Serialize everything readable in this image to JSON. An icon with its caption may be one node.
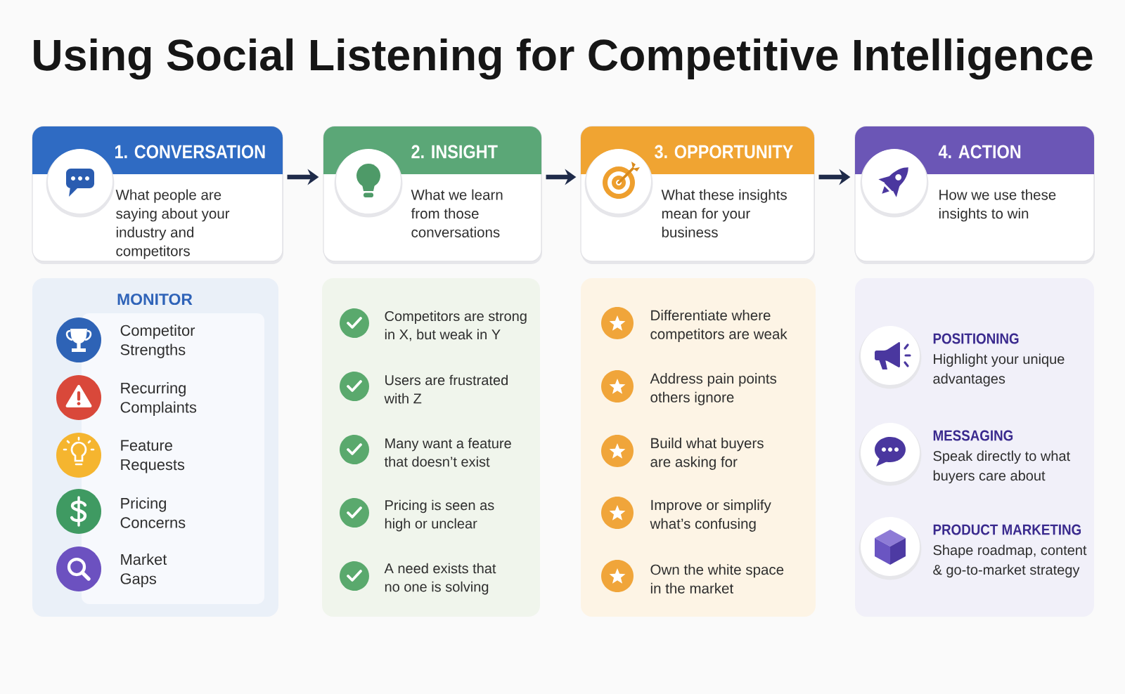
{
  "diagram": {
    "title": "Using Social Listening for Competitive Intelligence",
    "nodes": [
      {
        "text": [
          "1. CONVERSATION",
          "What people are saying about your industry and competitors"
        ]
      },
      {
        "text": [
          "2. INSIGHT",
          "What we learn from those conversations"
        ]
      },
      {
        "text": [
          "3. OPPORTUNITY",
          "What these insights mean for your business"
        ]
      },
      {
        "text": [
          "4. ACTION",
          "How we use these insights to win"
        ]
      },
      {
        "text": [
          "MONITOR",
          "Competitor Strengths",
          "Recurring Complaints",
          "Feature Requests",
          "Pricing Concerns",
          "Market Gaps"
        ]
      },
      {
        "text": [
          "Competitors are strong in X, but weak in Y",
          "Users are frustrated with Z",
          "Many want a feature that doesn’t exist",
          "Pricing is seen as high or unclear",
          "A need exists that no one is solving"
        ]
      },
      {
        "text": [
          "Differentiate where competitors are weak",
          "Address pain points others ignore",
          "Build what buyers are asking for",
          "Improve or simplify what’s confusing",
          "Own the white space in the market"
        ]
      },
      {
        "text": [
          "POSITIONING",
          "Highlight your unique advantages",
          "MESSAGING",
          "Speak directly to what buyers care about",
          "PRODUCT MARKETING",
          "Shape roadmap, content & go-to-market strategy"
        ]
      }
    ],
    "edges": [
      {
        "from": 0,
        "to": 1,
        "arrow": "to"
      },
      {
        "from": 1,
        "to": 2,
        "arrow": "to"
      },
      {
        "from": 2,
        "to": 3,
        "arrow": "to"
      }
    ]
  }
}
